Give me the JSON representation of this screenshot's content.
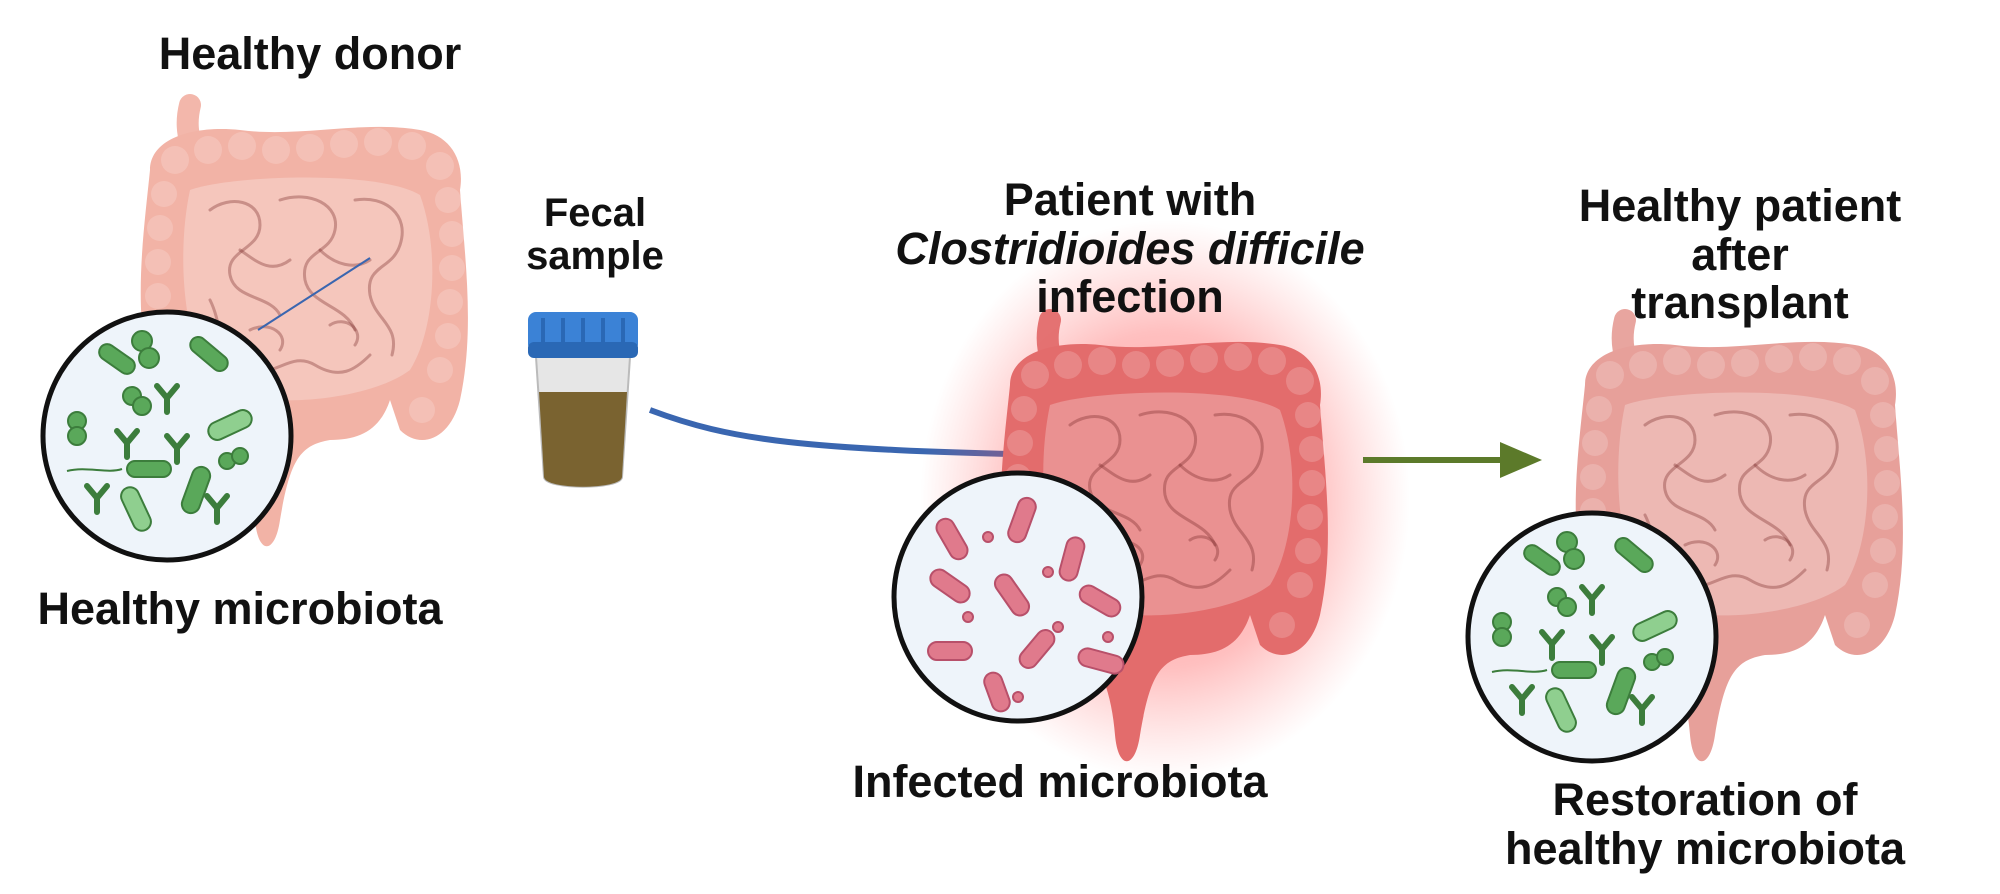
{
  "labels": {
    "healthy_donor": "Healthy donor",
    "healthy_microbiota": "Healthy microbiota",
    "fecal_sample_line1": "Fecal",
    "fecal_sample_line2": "sample",
    "patient_line1": "Patient with",
    "patient_species": "Clostridioides difficile",
    "patient_line3": "infection",
    "infected_microbiota": "Infected microbiota",
    "after_line1": "Healthy patient",
    "after_line2": "after",
    "after_line3": "transplant",
    "restoration_line1": "Restoration of",
    "restoration_line2": "healthy microbiota"
  },
  "colors": {
    "intestine_healthy": "#f2b3a6",
    "intestine_healthy_dark": "#e3988a",
    "intestine_infected": "#e36c6c",
    "intestine_infected_dark": "#cc4f52",
    "infection_glow": "#ff3b3b",
    "bacteria_healthy": "#5aa85a",
    "bacteria_infected": "#e07a8c",
    "lens_bg": "#eef4fa",
    "arrow_blue": "#3a66b0",
    "arrow_green": "#5c7a2a",
    "jar_cap": "#3b82d6",
    "jar_fill": "#7a6330"
  },
  "icons": {
    "donor_intestine": "intestine-icon",
    "patient_intestine": "inflamed-intestine-icon",
    "recovered_intestine": "intestine-icon",
    "sample_jar": "specimen-jar-icon",
    "lens": "magnifier-icon"
  }
}
